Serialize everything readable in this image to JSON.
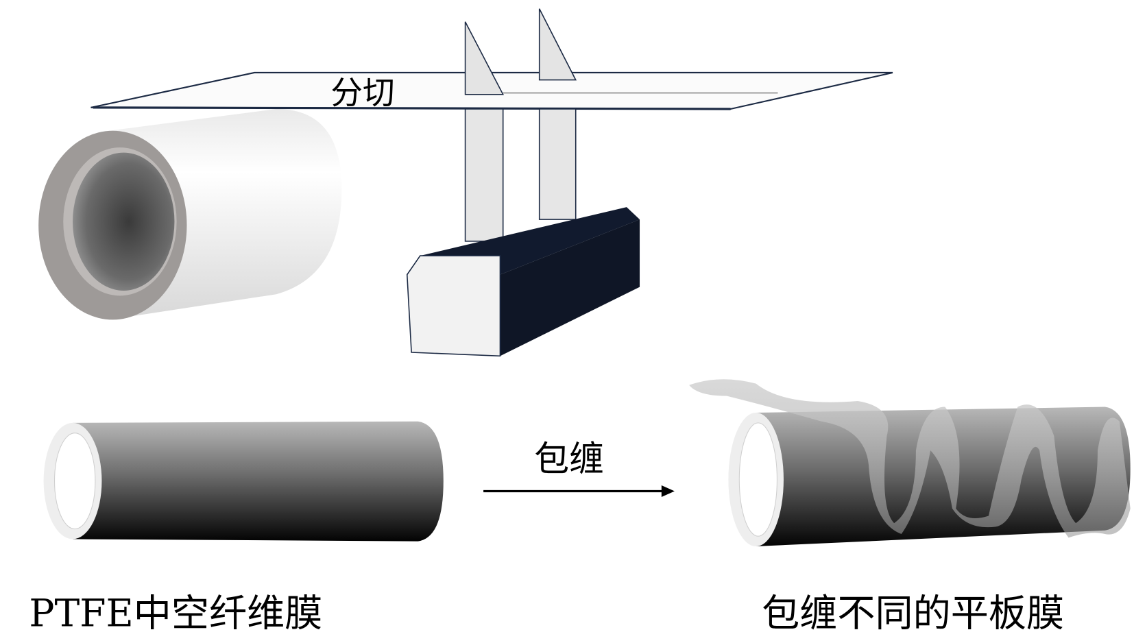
{
  "labels": {
    "slitting": "分切",
    "wrapping": "包缠",
    "left_caption": "PTFE中空纤维膜",
    "right_caption": "包缠不同的平板膜"
  },
  "colors": {
    "block_dark": "#111a2e",
    "sheet_edge": "#1c2a44",
    "tube_light": "#b4b4b4",
    "tube_dark": "#050505"
  }
}
